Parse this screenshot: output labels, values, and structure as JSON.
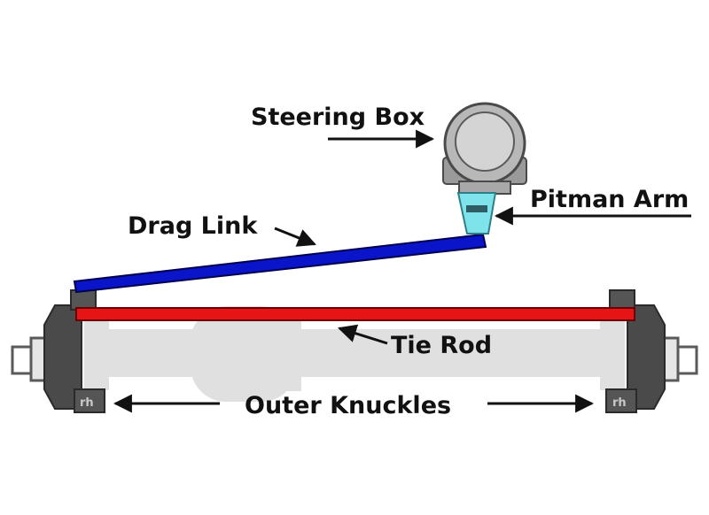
{
  "labels": {
    "steering_box": "Steering Box",
    "pitman_arm": "Pitman Arm",
    "drag_link": "Drag Link",
    "tie_rod": "Tie Rod",
    "outer_knuckles": "Outer Knuckles"
  },
  "knuckle_marks": {
    "left": "rh",
    "right": "rh"
  },
  "colors": {
    "drag_link": "#0a14c8",
    "tie_rod": "#e61414",
    "pitman_arm": "#7fe3ec",
    "knuckle": "#4a4a4a",
    "axle": "#e0e0e0",
    "steering_box": "#b8b8b8",
    "text": "#111111"
  }
}
